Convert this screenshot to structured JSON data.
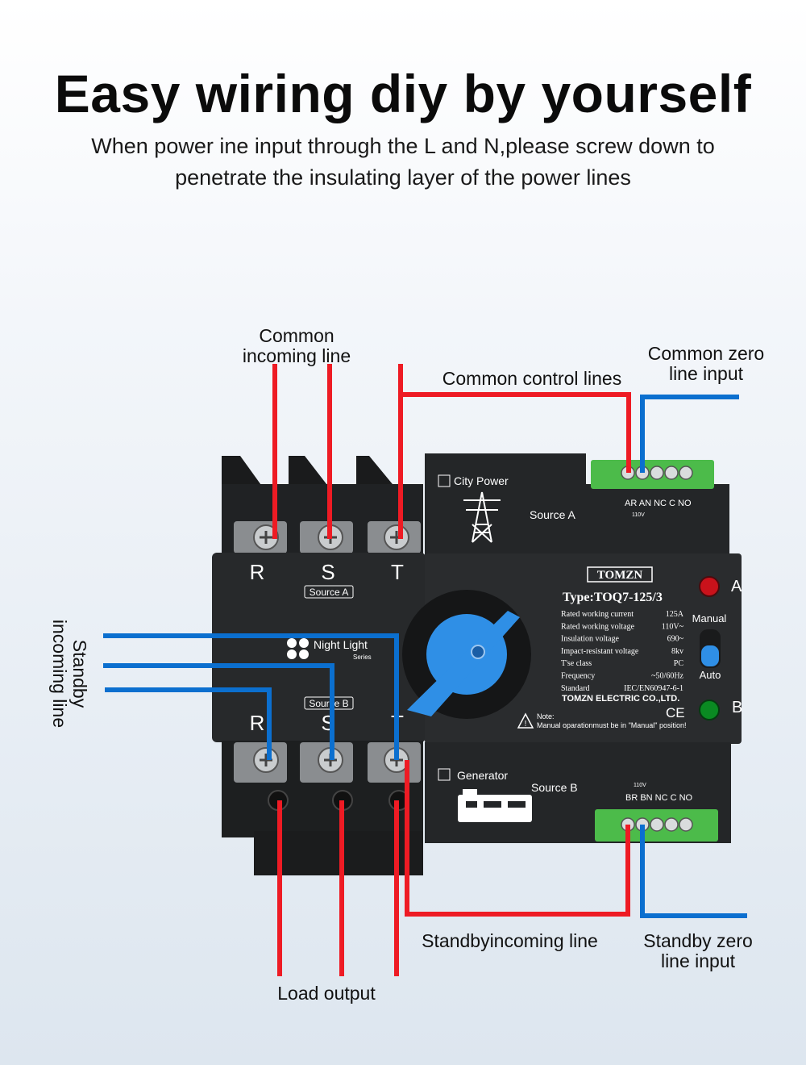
{
  "header": {
    "title": "Easy wiring diy by yourself",
    "subtitle_line1": "When power ine input through the L and N,please screw down to",
    "subtitle_line2": "penetrate the insulating layer of the power lines"
  },
  "callouts": {
    "common_incoming_1": "Common",
    "common_incoming_2": "incoming line",
    "common_control": "Common control lines",
    "common_zero_1": "Common zero",
    "common_zero_2": "line input",
    "standby_incoming_1": "Standby",
    "standby_incoming_2": "incoming line",
    "standby_incoming_bottom": "Standbyincoming line",
    "standby_zero_1": "Standby zero",
    "standby_zero_2": "line input",
    "load_output": "Load output"
  },
  "device": {
    "phase_labels": [
      "R",
      "S",
      "T"
    ],
    "source_a_tag": "Source A",
    "source_b_tag": "Source B",
    "night_light": "Night Light",
    "series": "Series",
    "city_power": "City Power",
    "source_a": "Source A",
    "generator": "Generator",
    "source_b": "Source B",
    "terminal_top_labels": "AR AN  NC  C  NO",
    "terminal_top_volt": "110V",
    "terminal_bottom_labels": "BR BN  NC  C  NO",
    "terminal_bottom_volt": "110V",
    "brand": "TOMZN",
    "type": "Type:TOQ7-125/3",
    "specs": [
      {
        "k": "Rated working current",
        "v": "125A"
      },
      {
        "k": "Rated working voltage",
        "v": "110V~"
      },
      {
        "k": "Insulation voltage",
        "v": "690~"
      },
      {
        "k": "Impact-resistant voltage",
        "v": "8kv"
      },
      {
        "k": "T'se class",
        "v": "PC"
      },
      {
        "k": "Frequency",
        "v": "~50/60Hz"
      },
      {
        "k": "Standard",
        "v": "IEC/EN60947-6-1"
      }
    ],
    "company": "TOMZN ELECTRIC CO.,LTD.",
    "ce": "CE",
    "note_title": "Note:",
    "note_text": "Manual oparationmust be in \"Manual\" position!",
    "indicator_a": "A",
    "indicator_b": "B",
    "mode_manual": "Manual",
    "mode_auto": "Auto",
    "colors": {
      "red_wire": "#ee1b24",
      "blue_wire": "#0b6fcf",
      "body": "#222426",
      "knob": "#2f8fe6",
      "terminal_green": "#4cbb4a"
    }
  }
}
